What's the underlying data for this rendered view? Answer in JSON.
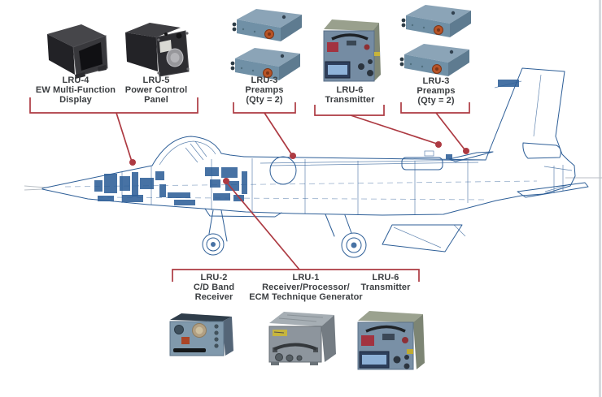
{
  "colors": {
    "callout_red": "#ad3a42",
    "drawing_blue": "#2d5e97",
    "text_gray": "#3b3e41",
    "page_edge_gray": "#ccd1d5"
  },
  "callouts": {
    "top": [
      {
        "title": "LRU-4",
        "desc_lines": [
          "EW Multi-Function",
          "Display"
        ]
      },
      {
        "title": "LRU-5",
        "desc_lines": [
          "Power Control",
          "Panel"
        ]
      },
      {
        "title": "LRU-3",
        "desc_lines": [
          "Preamps",
          "(Qty = 2)"
        ]
      },
      {
        "title": "LRU-6",
        "desc_lines": [
          "Transmitter"
        ]
      },
      {
        "title": "LRU-3",
        "desc_lines": [
          "Preamps",
          "(Qty = 2)"
        ]
      }
    ],
    "bottom": [
      {
        "title": "LRU-2",
        "desc_lines": [
          "C/D Band",
          "Receiver"
        ]
      },
      {
        "title": "LRU-1",
        "desc_lines": [
          "Receiver/Processor/",
          "ECM Technique Generator"
        ]
      },
      {
        "title": "LRU-6",
        "desc_lines": [
          "Transmitter"
        ]
      }
    ]
  }
}
